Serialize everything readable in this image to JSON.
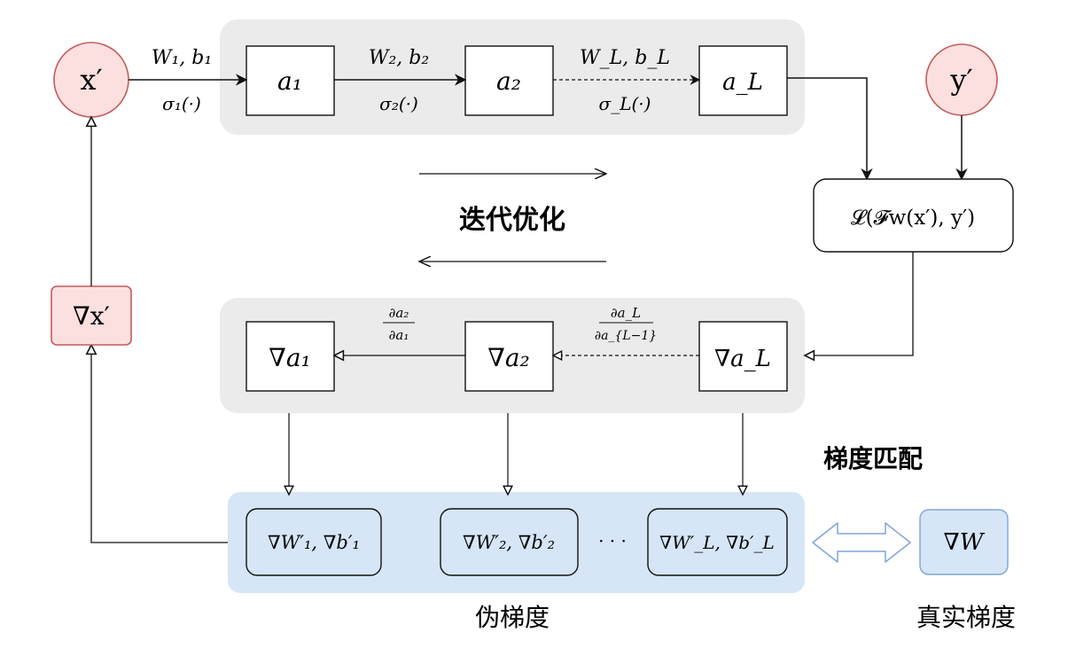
{
  "forward": {
    "input": "x′",
    "layer1": "a₁",
    "layer2": "a₂",
    "layerL": "a_L",
    "edge1_top": "W₁, b₁",
    "edge1_bottom": "σ₁(·)",
    "edge2_top": "W₂, b₂",
    "edge2_bottom": "σ₂(·)",
    "edgeL_top": "W_L, b_L",
    "edgeL_bottom": "σ_L(·)"
  },
  "target": "y′",
  "loss": "𝓛(𝓕w(x′), y′)",
  "center_label": "迭代优化",
  "backward": {
    "grad1": "∇a₁",
    "grad2": "∇a₂",
    "gradL": "∇a_L",
    "edge_21_num": "∂a₂",
    "edge_21_den": "∂a₁",
    "edge_L2_num": "∂a_L",
    "edge_L2_den": "∂a_{L−1}"
  },
  "grad_x": "∇x′",
  "match_label": "梯度匹配",
  "pseudo": {
    "box1": "∇W′₁, ∇b′₁",
    "box2": "∇W′₂, ∇b′₂",
    "ellipsis": "· · ·",
    "boxL": "∇W′_L, ∇b′_L",
    "caption": "伪梯度"
  },
  "real": {
    "box": "∇W",
    "caption": "真实梯度"
  },
  "colors": {
    "panel_gray": "#ebebeb",
    "panel_blue": "#d6e6f7",
    "pink_fill": "#fce0e0",
    "pink_stroke": "#c45b5b",
    "blue_stroke": "#7ea6d6"
  }
}
